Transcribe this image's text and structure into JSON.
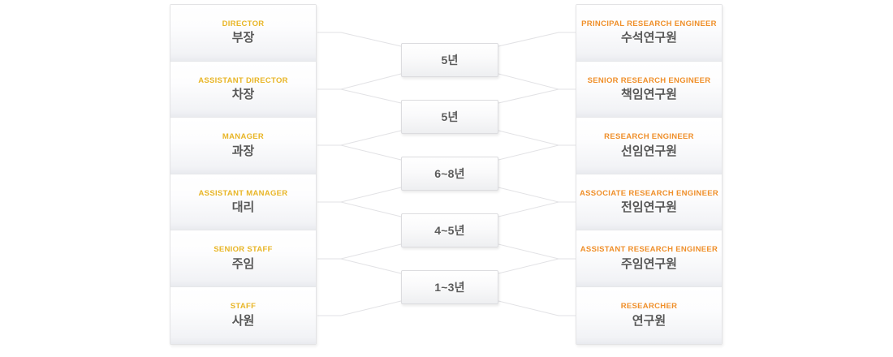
{
  "diagram": {
    "title": "Career level correspondence chart",
    "colors": {
      "left_label": "#e8b526",
      "right_label": "#ef8f2a",
      "korean_text": "#575757",
      "year_text": "#5b5b5b",
      "box_border": "#e3e3e5",
      "connector_line": "#e2e2e5",
      "background": "#ffffff"
    }
  },
  "left_column": {
    "name": "management-track",
    "items": [
      {
        "en": "DIRECTOR",
        "ko": "부장"
      },
      {
        "en": "ASSISTANT DIRECTOR",
        "ko": "차장"
      },
      {
        "en": "MANAGER",
        "ko": "과장"
      },
      {
        "en": "ASSISTANT MANAGER",
        "ko": "대리"
      },
      {
        "en": "SENIOR STAFF",
        "ko": "주임"
      },
      {
        "en": "STAFF",
        "ko": "사원"
      }
    ]
  },
  "center_column": {
    "name": "years-of-experience",
    "items": [
      {
        "label": "5년"
      },
      {
        "label": "5년"
      },
      {
        "label": "6~8년"
      },
      {
        "label": "4~5년"
      },
      {
        "label": "1~3년"
      }
    ]
  },
  "right_column": {
    "name": "research-track",
    "items": [
      {
        "en": "PRINCIPAL RESEARCH ENGINEER",
        "ko": "수석연구원"
      },
      {
        "en": "SENIOR  RESEARCH ENGINEER",
        "ko": "책임연구원"
      },
      {
        "en": "RESEARCH ENGINEER",
        "ko": "선임연구원"
      },
      {
        "en": "ASSOCIATE RESEARCH ENGINEER",
        "ko": "전임연구원"
      },
      {
        "en": "ASSISTANT RESEARCH ENGINEER",
        "ko": "주임연구원"
      },
      {
        "en": "RESEARCHER",
        "ko": "연구원"
      }
    ]
  }
}
